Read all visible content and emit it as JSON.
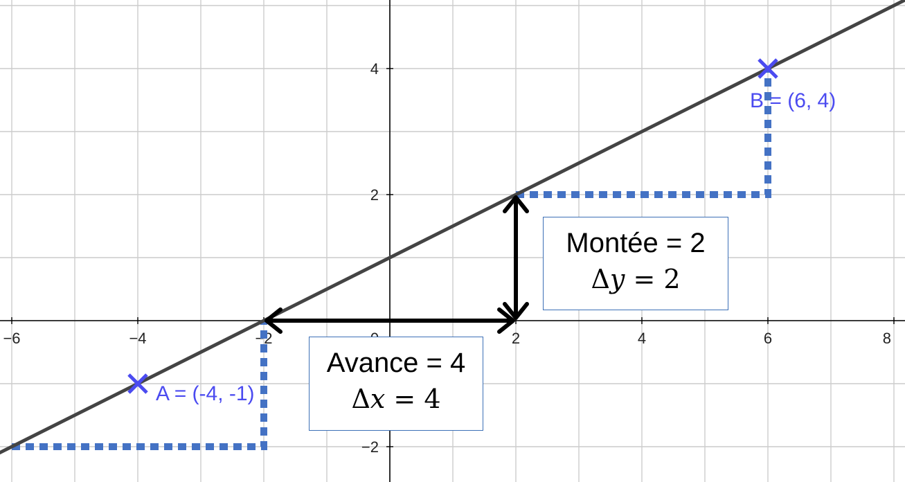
{
  "axes": {
    "x_ticks": [
      "−6",
      "−4",
      "−2",
      "0",
      "2",
      "4",
      "6",
      "8"
    ],
    "y_ticks": [
      "4",
      "2",
      "−2"
    ]
  },
  "points": [
    {
      "id": "A",
      "x": -4,
      "y": -1,
      "label": "A = (-4, -1)"
    },
    {
      "id": "B",
      "x": 6,
      "y": 4,
      "label": "B = (6, 4)"
    }
  ],
  "line": {
    "slope": 0.5,
    "intercept": 1,
    "color": "#444444"
  },
  "annotations": {
    "rise": {
      "title": "Montée = 2",
      "delta_symbol": "Δ",
      "var": "y",
      "eq": " = 2",
      "from": [
        2,
        0
      ],
      "to": [
        2,
        2
      ]
    },
    "run": {
      "title": "Avance = 4",
      "delta_symbol": "Δ",
      "var": "x",
      "eq": " = 4",
      "from": [
        -2,
        0
      ],
      "to": [
        2,
        0
      ]
    }
  },
  "colors": {
    "point": "#4b4bf0",
    "dotted": "#4472c4",
    "grid": "#cccccc",
    "axis": "#000000",
    "box_border": "#3b6fb6"
  }
}
